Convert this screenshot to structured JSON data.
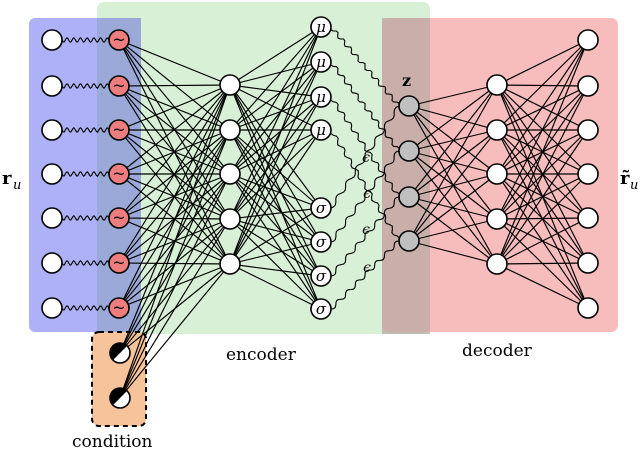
{
  "labels": {
    "input": "r",
    "input_sub": "u",
    "output": "r̃",
    "output_sub": "u",
    "latent": "z",
    "encoder": "encoder",
    "decoder": "decoder",
    "condition": "condition"
  },
  "symbols": {
    "mu": "μ",
    "sigma": "σ",
    "epsilon": "ϵ",
    "sine": "~"
  },
  "colors": {
    "input_region": "#aeb1f7",
    "encoder_region": "#d8f0d6",
    "decoder_region": "#f7b8b8",
    "condition_region": "#f7c39a",
    "activated_node": "#ee7d7d",
    "latent_node": "#c0c0c0",
    "node": "#ffffff"
  },
  "layers": {
    "input_nodes": 7,
    "conditioned_nodes": 7,
    "condition_nodes": 2,
    "encoder_hidden_nodes": 5,
    "mu_nodes": 4,
    "sigma_nodes": 4,
    "latent_nodes": 4,
    "decoder_hidden_nodes": 5,
    "output_nodes": 7
  }
}
